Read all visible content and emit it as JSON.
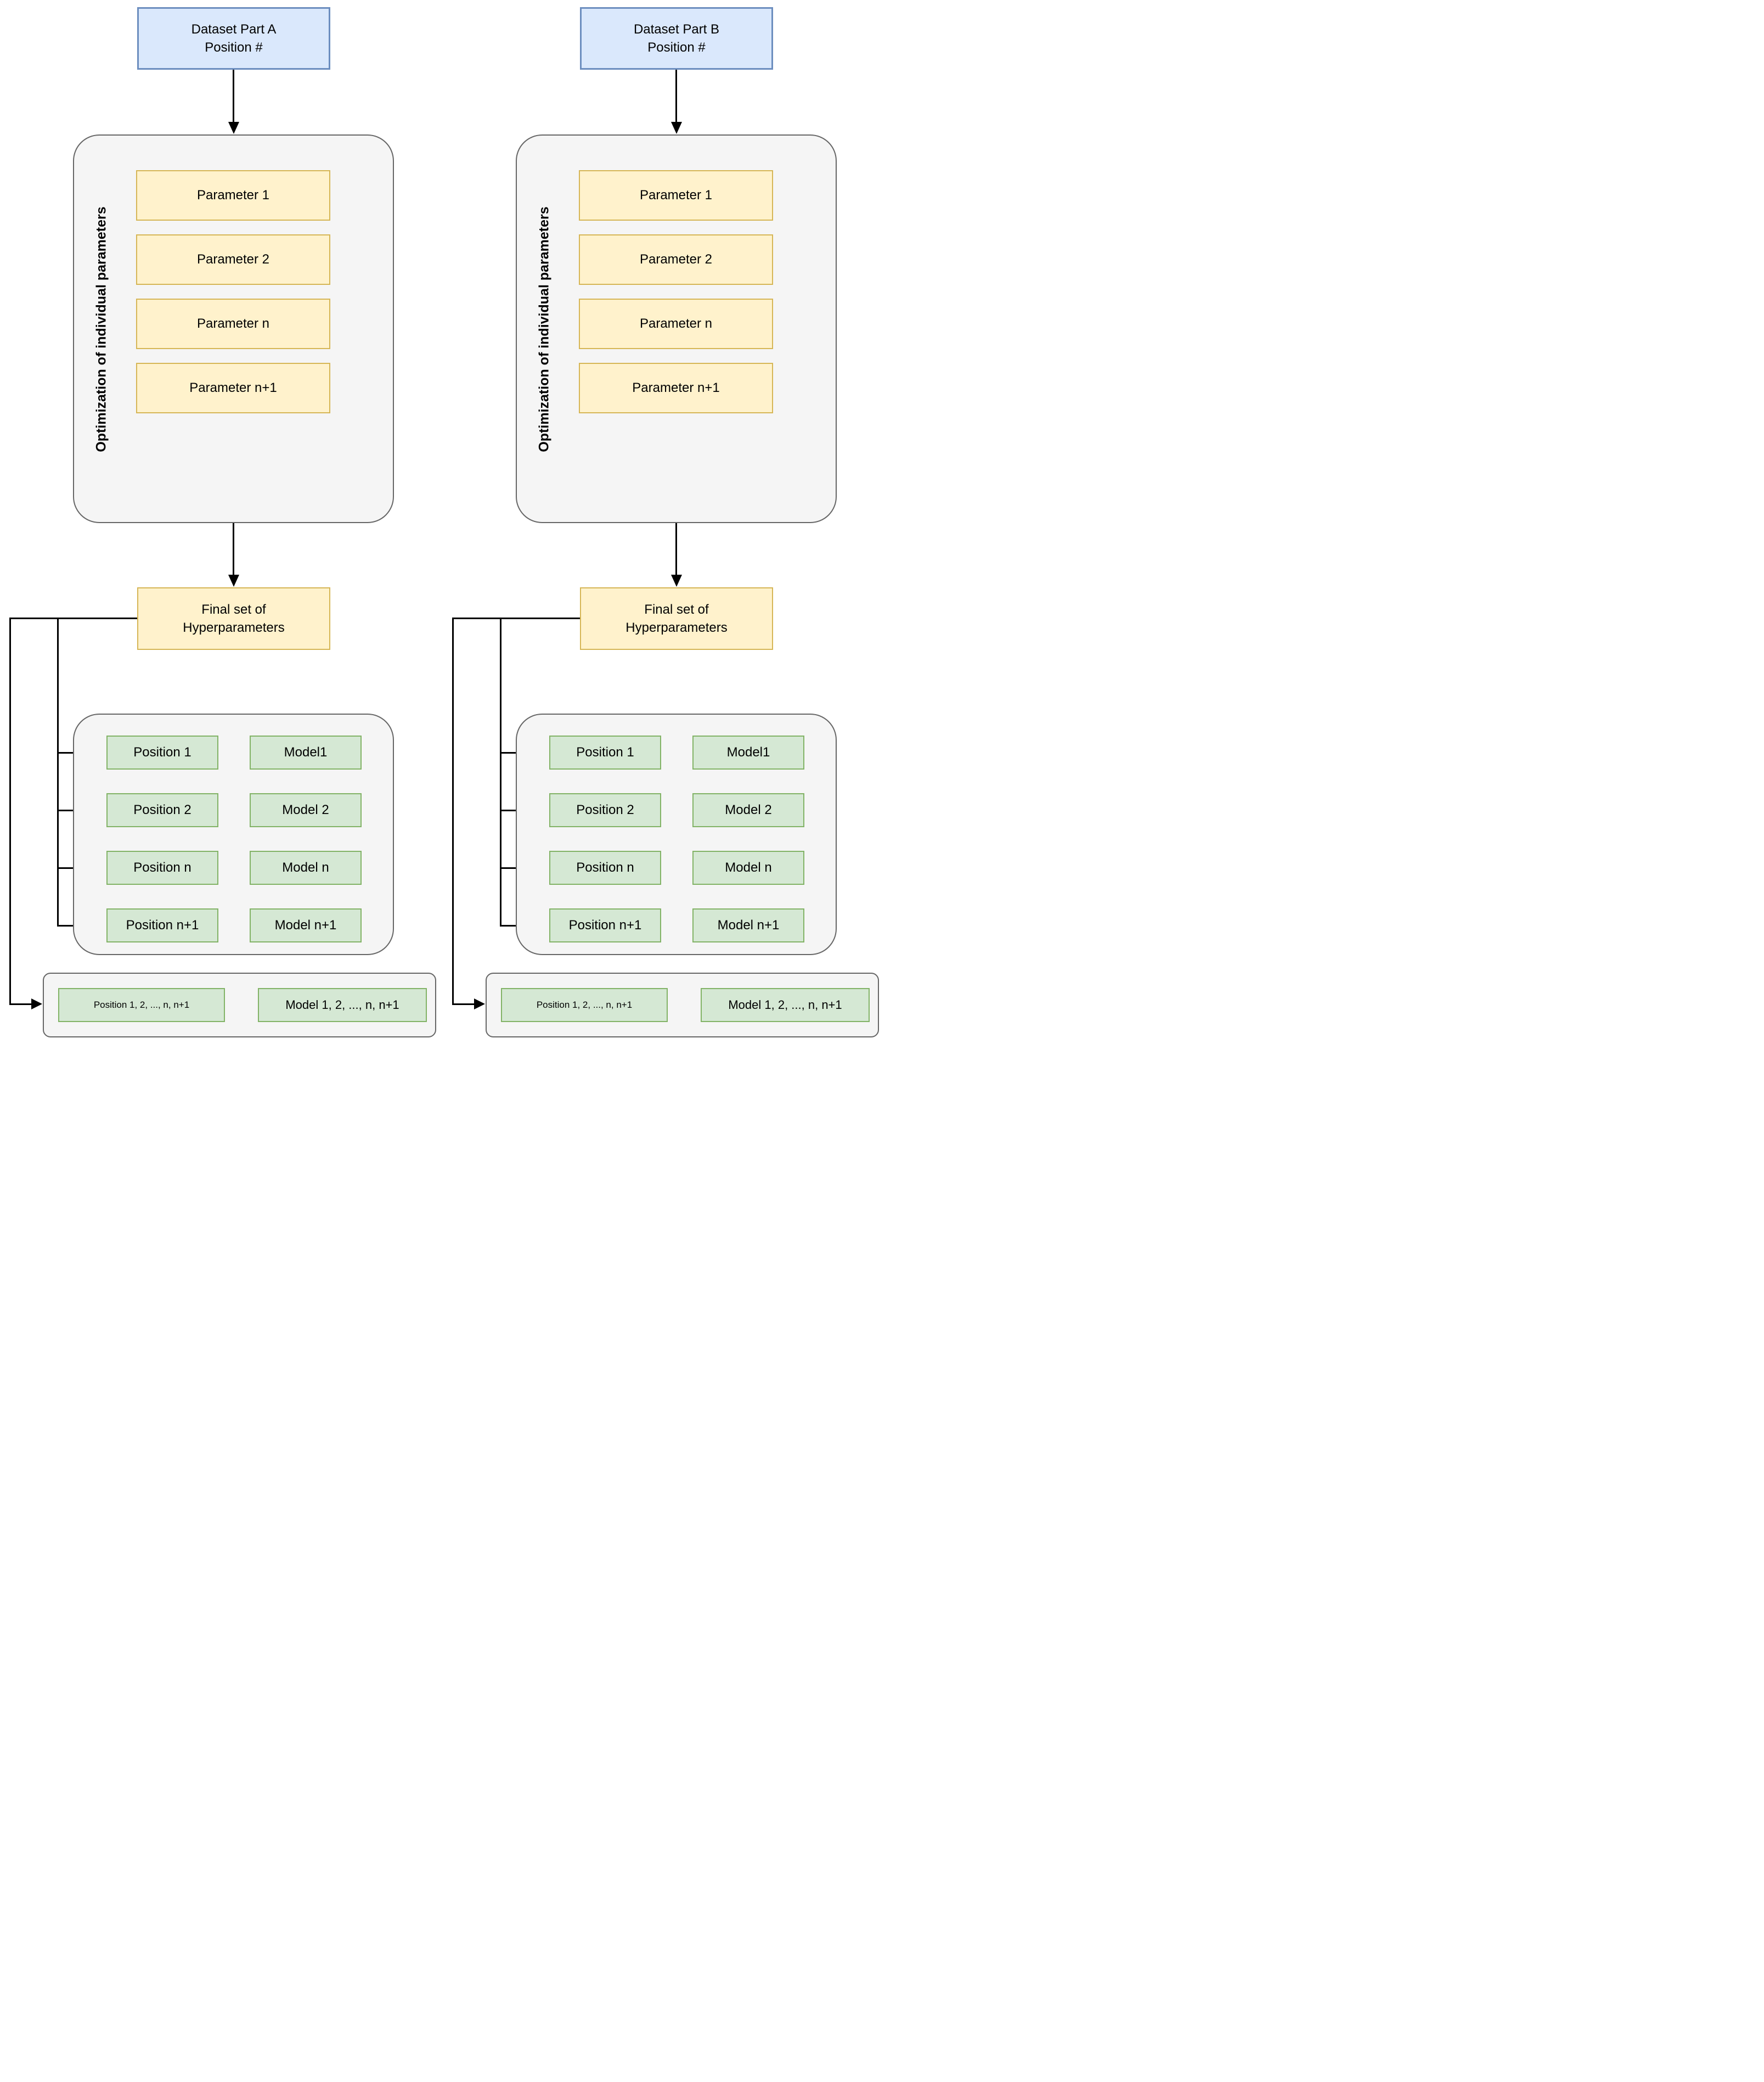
{
  "colors": {
    "dataset_fill": "#dae8fc",
    "dataset_border": "#6c8ebf",
    "param_fill": "#fff2cc",
    "param_border": "#d6b656",
    "result_fill": "#d5e8d4",
    "result_border": "#82b366",
    "container_fill": "#f5f5f5",
    "container_border": "#666666",
    "connector": "#000000"
  },
  "flows": [
    {
      "dataset": {
        "line1": "Dataset Part A",
        "line2": "Position #"
      },
      "optimization_label": "Optimization of individual parameters",
      "parameters": [
        "Parameter 1",
        "Parameter 2",
        "Parameter n",
        "Parameter n+1"
      ],
      "final": {
        "line1": "Final set of",
        "line2": "Hyperparameters"
      },
      "positions": [
        "Position 1",
        "Position 2",
        "Position n",
        "Position n+1"
      ],
      "models": [
        "Model1",
        "Model 2",
        "Model n",
        "Model n+1"
      ],
      "summary": {
        "position": "Position 1, 2, ..., n, n+1",
        "model": "Model 1, 2, ..., n, n+1"
      }
    },
    {
      "dataset": {
        "line1": "Dataset Part B",
        "line2": "Position #"
      },
      "optimization_label": "Optimization of individual parameters",
      "parameters": [
        "Parameter 1",
        "Parameter 2",
        "Parameter n",
        "Parameter n+1"
      ],
      "final": {
        "line1": "Final set of",
        "line2": "Hyperparameters"
      },
      "positions": [
        "Position 1",
        "Position 2",
        "Position n",
        "Position n+1"
      ],
      "models": [
        "Model1",
        "Model 2",
        "Model n",
        "Model n+1"
      ],
      "summary": {
        "position": "Position 1, 2, ..., n, n+1",
        "model": "Model 1, 2, ..., n, n+1"
      }
    }
  ]
}
